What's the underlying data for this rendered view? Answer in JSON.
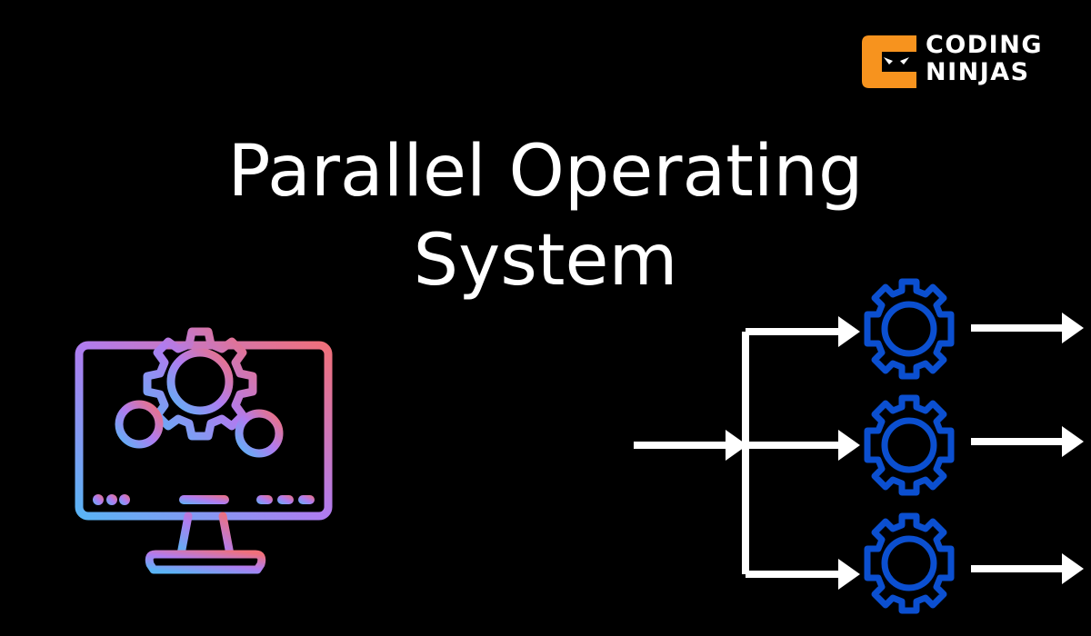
{
  "brand": {
    "name_line1": "CODING",
    "name_line2": "NINJAS",
    "accent_color": "#f7931e",
    "text_color": "#ffffff"
  },
  "title": {
    "line1": "Parallel Operating",
    "line2": "System"
  },
  "illustrations": {
    "left": {
      "icon": "monitor-with-gears-icon",
      "gradient_colors": [
        "#5ab4f5",
        "#b07cf0",
        "#f0707a"
      ]
    },
    "right": {
      "icon": "parallel-processing-diagram",
      "gear_color": "#0b4fd0",
      "arrow_color": "#ffffff",
      "branches": 3
    }
  },
  "background_color": "#000000"
}
